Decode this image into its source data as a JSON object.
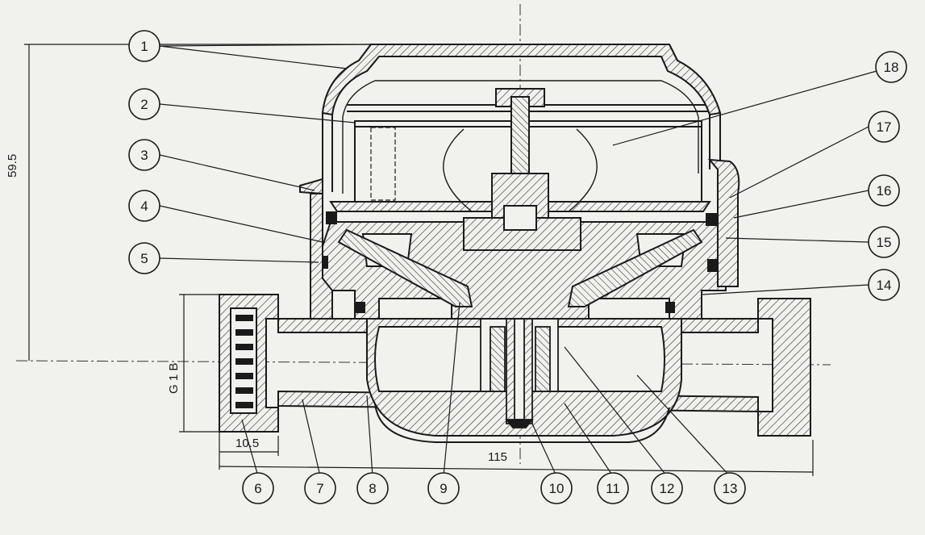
{
  "callouts": [
    {
      "label": "1"
    },
    {
      "label": "2"
    },
    {
      "label": "3"
    },
    {
      "label": "4"
    },
    {
      "label": "5"
    },
    {
      "label": "6"
    },
    {
      "label": "7"
    },
    {
      "label": "8"
    },
    {
      "label": "9"
    },
    {
      "label": "10"
    },
    {
      "label": "11"
    },
    {
      "label": "12"
    },
    {
      "label": "13"
    },
    {
      "label": "14"
    },
    {
      "label": "15"
    },
    {
      "label": "16"
    },
    {
      "label": "17"
    },
    {
      "label": "18"
    }
  ],
  "dimensions": {
    "height": "59.5",
    "thread": "G 1 B",
    "offset": "10.5",
    "length": "115"
  },
  "colors": {
    "paper": "#f1f1ee",
    "ink": "#1a1a1a"
  }
}
